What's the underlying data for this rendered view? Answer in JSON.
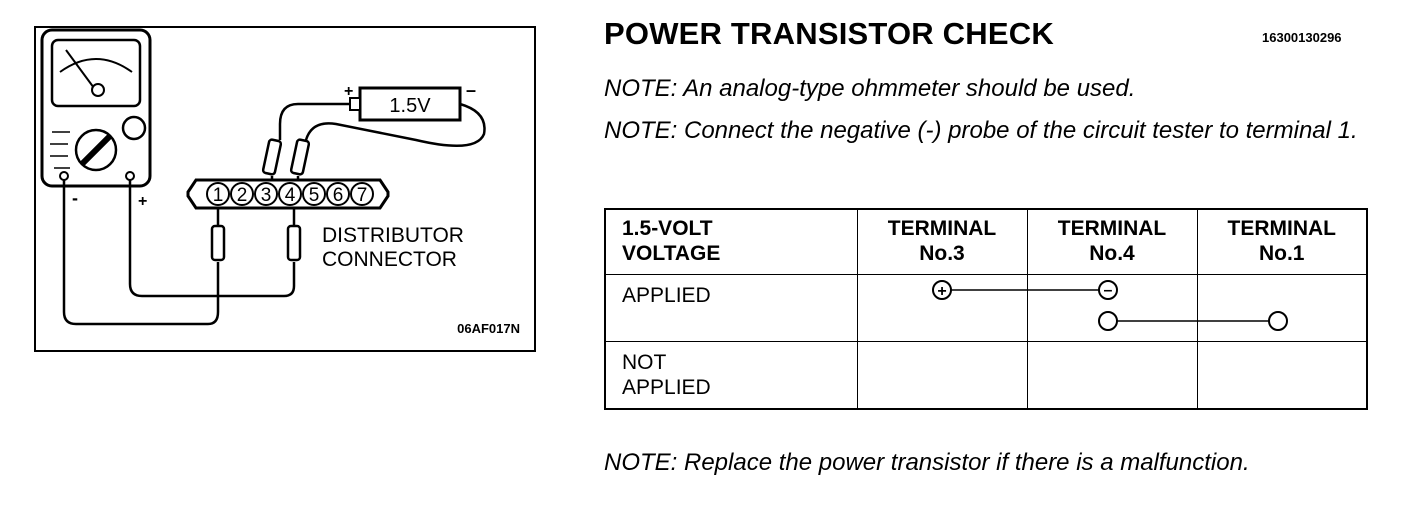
{
  "diagram": {
    "battery_label": "1.5V",
    "battery_plus": "+",
    "battery_minus": "–",
    "meter_minus": "-",
    "meter_plus": "+",
    "pins": [
      "1",
      "2",
      "3",
      "4",
      "5",
      "6",
      "7"
    ],
    "connector_label_line1": "DISTRIBUTOR",
    "connector_label_line2": "CONNECTOR",
    "figure_code": "06AF017N"
  },
  "document": {
    "title": "POWER TRANSISTOR CHECK",
    "code": "16300130296",
    "note1": "NOTE: An analog-type ohmmeter should be used.",
    "note2": "NOTE: Connect the negative (-) probe of the circuit tester to terminal 1.",
    "note3": "NOTE: Replace the power transistor if there is a malfunction."
  },
  "table": {
    "header": {
      "c0_line1": "1.5-VOLT",
      "c0_line2": "VOLTAGE",
      "c1_line1": "TERMINAL",
      "c1_line2": "No.3",
      "c2_line1": "TERMINAL",
      "c2_line2": "No.4",
      "c3_line1": "TERMINAL",
      "c3_line2": "No.1"
    },
    "row_applied": "APPLIED",
    "row_not_line1": "NOT",
    "row_not_line2": "APPLIED",
    "symbols": {
      "plus": "+",
      "minus": "–"
    }
  }
}
